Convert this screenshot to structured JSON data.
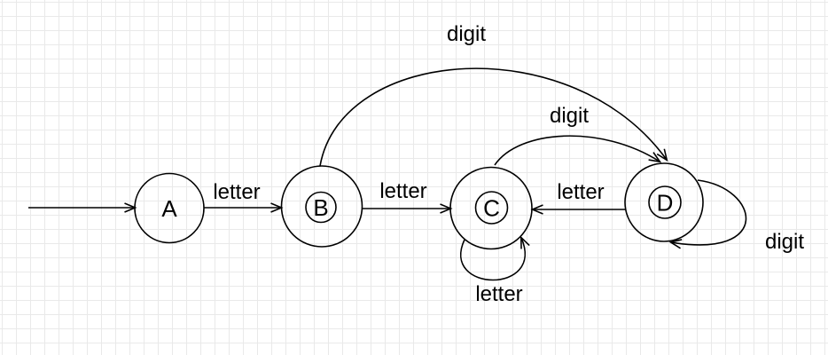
{
  "diagram": {
    "type": "finite-state-automaton",
    "start_state": "A",
    "states": [
      {
        "id": "A",
        "label": "A",
        "accepting": false
      },
      {
        "id": "B",
        "label": "B",
        "accepting": true
      },
      {
        "id": "C",
        "label": "C",
        "accepting": true
      },
      {
        "id": "D",
        "label": "D",
        "accepting": true
      }
    ],
    "transitions": [
      {
        "from": "A",
        "to": "B",
        "label": "letter"
      },
      {
        "from": "B",
        "to": "C",
        "label": "letter"
      },
      {
        "from": "B",
        "to": "D",
        "label": "digit"
      },
      {
        "from": "C",
        "to": "D",
        "label": "digit"
      },
      {
        "from": "D",
        "to": "C",
        "label": "letter"
      },
      {
        "from": "C",
        "to": "C",
        "label": "letter"
      },
      {
        "from": "D",
        "to": "D",
        "label": "digit"
      }
    ],
    "colors": {
      "stroke": "#000000",
      "text": "#000000",
      "background": "#ffffff",
      "grid_line": "#e9e9e9"
    }
  }
}
